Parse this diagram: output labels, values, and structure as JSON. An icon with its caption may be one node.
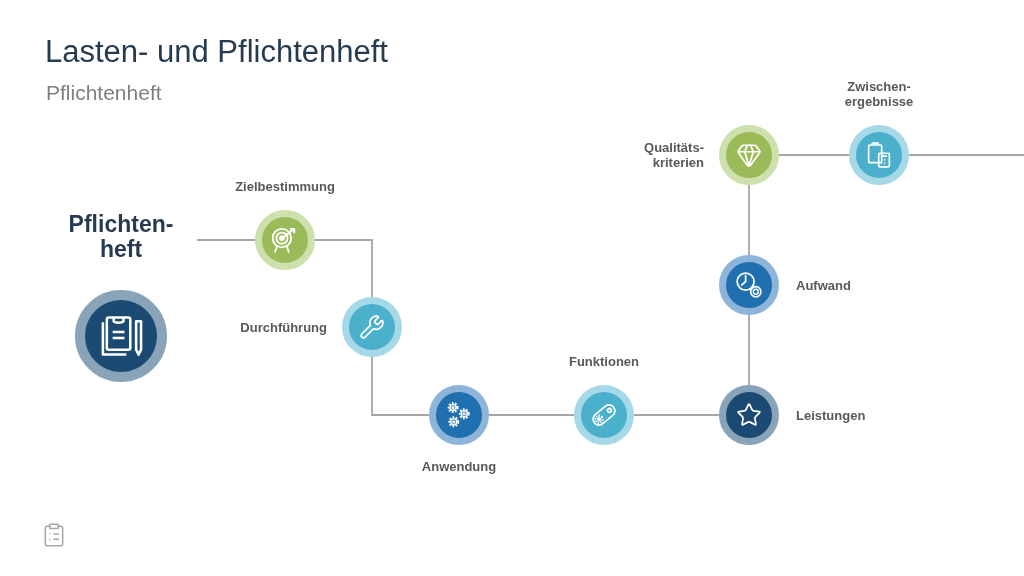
{
  "diagram": {
    "title": "Lasten- und Pflichtenheft",
    "nodes": [
      {
        "text": [
          "Pflichten- heft"
        ]
      },
      {
        "text": [
          "Zielbestimmung"
        ]
      },
      {
        "text": [
          "Durchführung"
        ]
      },
      {
        "text": [
          "Anwendung"
        ]
      },
      {
        "text": [
          "Funktionen"
        ]
      },
      {
        "text": [
          "Leistungen"
        ]
      },
      {
        "text": [
          "Aufwand"
        ]
      },
      {
        "text": [
          "Qualitäts- kriterien"
        ]
      },
      {
        "text": [
          "Zwischen- ergebnisse"
        ]
      }
    ],
    "edges": [
      {
        "from": 0,
        "to": 1,
        "arrow": "none"
      },
      {
        "from": 1,
        "to": 2,
        "arrow": "none"
      },
      {
        "from": 2,
        "to": 3,
        "arrow": "none"
      },
      {
        "from": 3,
        "to": 4,
        "arrow": "none"
      },
      {
        "from": 4,
        "to": 5,
        "arrow": "none"
      },
      {
        "from": 5,
        "to": 6,
        "arrow": "none"
      },
      {
        "from": 6,
        "to": 7,
        "arrow": "none"
      },
      {
        "from": 7,
        "to": 8,
        "arrow": "none"
      },
      {
        "from": 8,
        "to": null,
        "arrow": "none"
      }
    ],
    "labels": [
      "Pflichtenheft"
    ]
  }
}
